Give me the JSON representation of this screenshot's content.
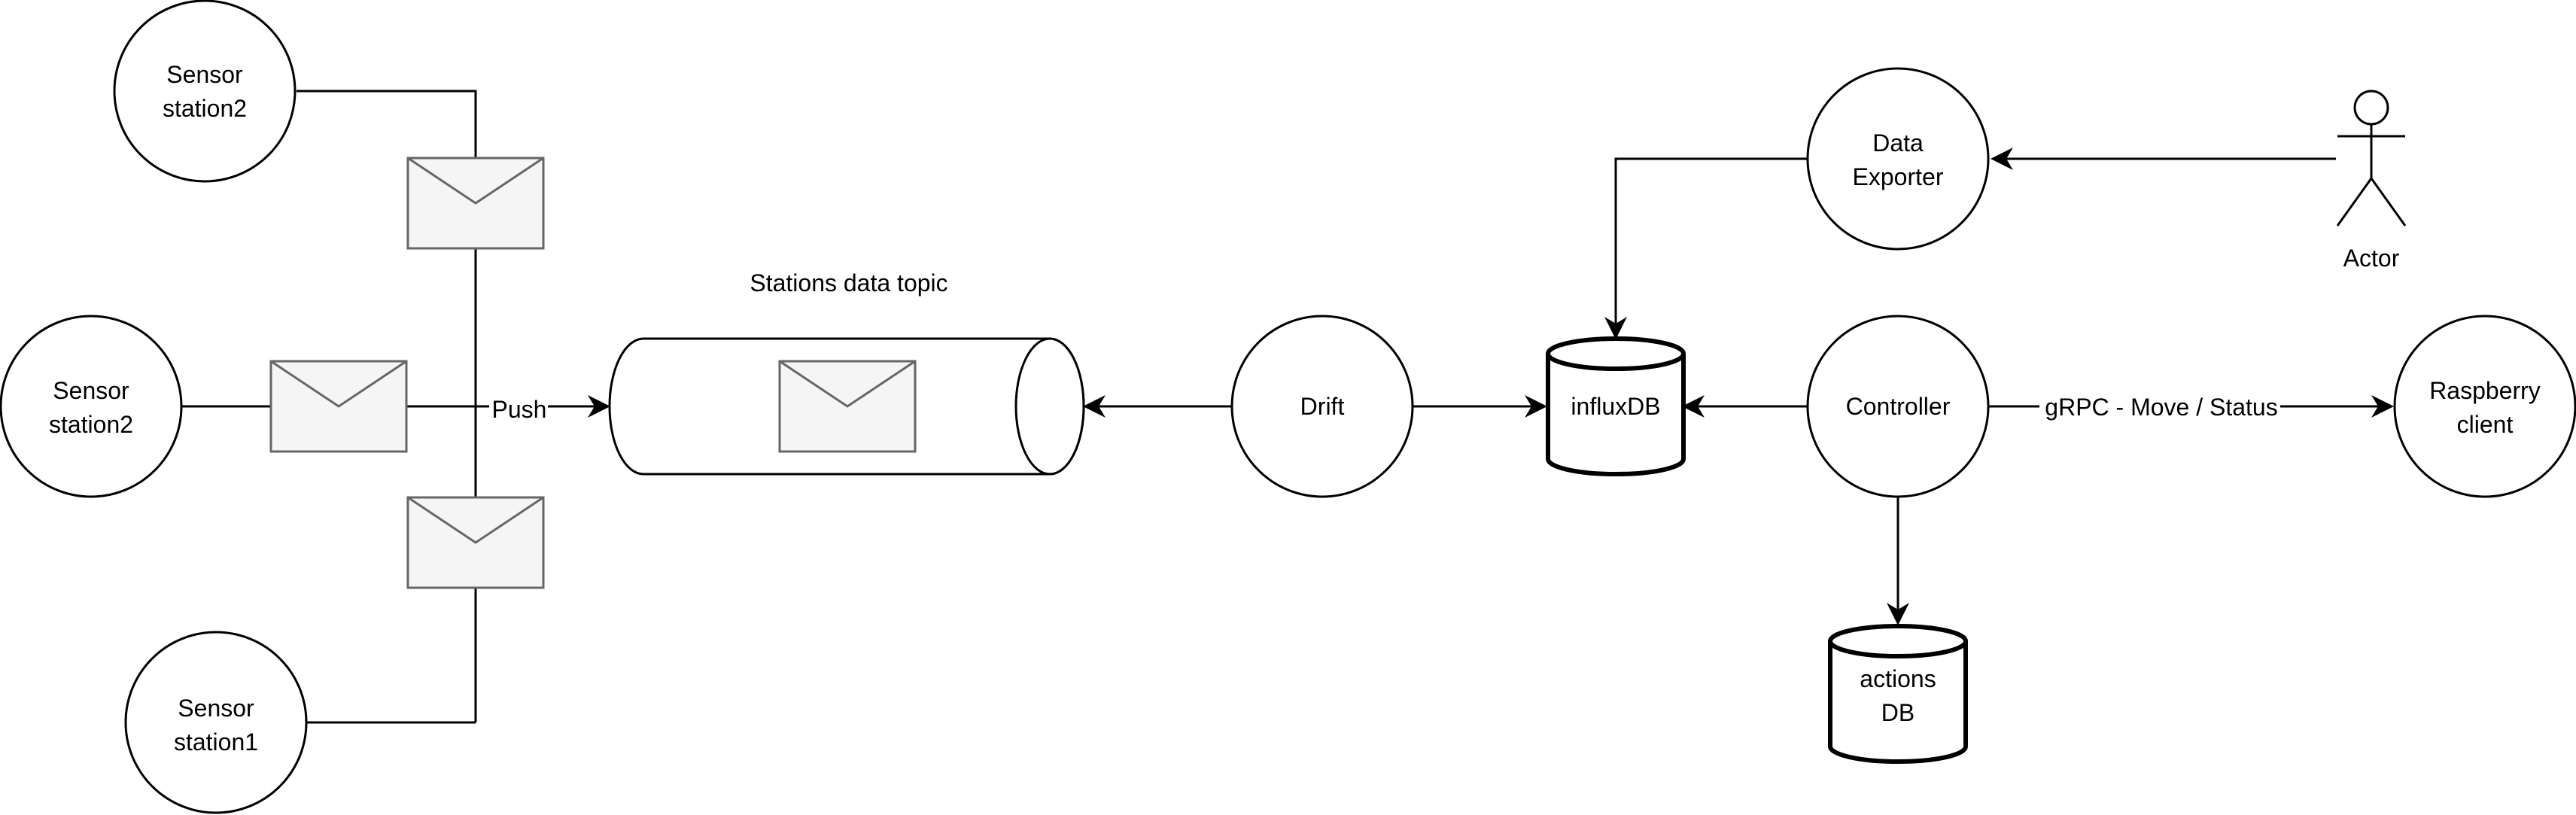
{
  "nodes": {
    "sensor_top": {
      "line1": "Sensor",
      "line2": "station2"
    },
    "sensor_mid": {
      "line1": "Sensor",
      "line2": "station2"
    },
    "sensor_bottom": {
      "line1": "Sensor",
      "line2": "station1"
    },
    "topic": {
      "title": "Stations data topic"
    },
    "drift": {
      "label": "Drift"
    },
    "influxdb": {
      "label": "influxDB"
    },
    "data_exporter": {
      "line1": "Data",
      "line2": "Exporter"
    },
    "actor": {
      "label": "Actor"
    },
    "controller": {
      "label": "Controller"
    },
    "raspberry": {
      "line1": "Raspberry",
      "line2": "client"
    },
    "actions_db": {
      "line1": "actions",
      "line2": "DB"
    }
  },
  "edges": {
    "push_label": "Push",
    "grpc_label": "gRPC - Move / Status"
  },
  "icons": {
    "message": "envelope-icon",
    "user": "actor-stick-figure-icon"
  },
  "colors": {
    "stroke": "#000000",
    "envelope_fill": "#f5f5f5",
    "envelope_stroke": "#666666"
  }
}
